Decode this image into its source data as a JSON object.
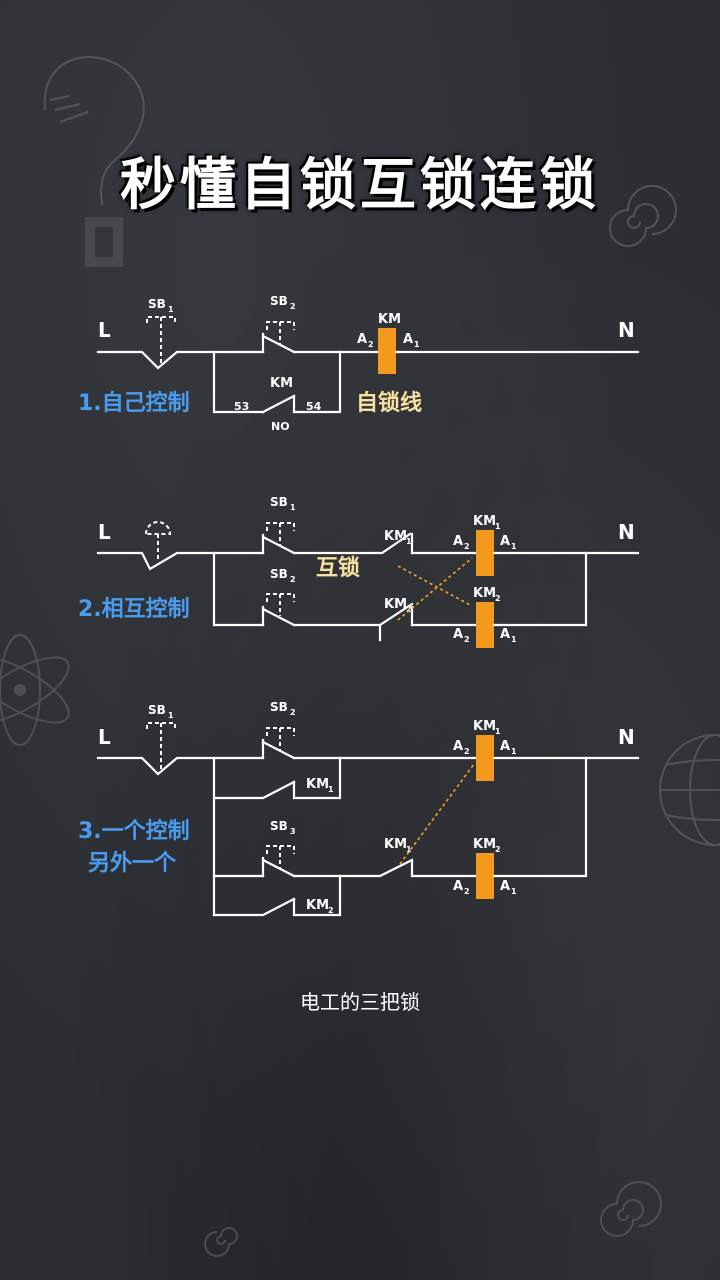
{
  "title": "秒懂自锁互锁连锁",
  "caption": "电工的三把锁",
  "colors": {
    "coil": "#f39a1c",
    "interlock_line": "#f5a623",
    "section_label": "#4a9cf0",
    "note": "#f7e1a0"
  },
  "icons": [
    "question-mark-icon",
    "spiral-icon",
    "atom-icon",
    "globe-icon"
  ],
  "diagram1": {
    "L": "L",
    "N": "N",
    "label": "1.自己控制",
    "note": "自锁线",
    "sb1": "SB",
    "sb1_sub": "1",
    "sb2": "SB",
    "sb2_sub": "2",
    "km_coil": "KM",
    "a2": "A",
    "a2_sub": "2",
    "a1": "A",
    "a1_sub": "1",
    "km_contact": "KM",
    "t53": "53",
    "t54": "54",
    "no": "NO"
  },
  "diagram2": {
    "L": "L",
    "N": "N",
    "label": "2.相互控制",
    "note": "互锁",
    "sb1": "SB",
    "sb1_sub": "1",
    "sb2": "SB",
    "sb2_sub": "2",
    "km1": "KM",
    "km1_sub": "1",
    "km2": "KM",
    "km2_sub": "2",
    "coil1": "KM",
    "coil1_sub": "1",
    "coil2": "KM",
    "coil2_sub": "2",
    "a2": "A",
    "a2_sub": "2",
    "a1": "A",
    "a1_sub": "1"
  },
  "diagram3": {
    "L": "L",
    "N": "N",
    "label_line1": "3.一个控制",
    "label_line2": "另外一个",
    "sb1": "SB",
    "sb1_sub": "1",
    "sb2": "SB",
    "sb2_sub": "2",
    "sb3": "SB",
    "sb3_sub": "3",
    "km1": "KM",
    "km1_sub": "1",
    "km2": "KM",
    "km2_sub": "2",
    "km1_nc": "KM",
    "km1_nc_sub": "1",
    "coil1": "KM",
    "coil1_sub": "1",
    "coil2": "KM",
    "coil2_sub": "2",
    "a2": "A",
    "a2_sub": "2",
    "a1": "A",
    "a1_sub": "1"
  }
}
